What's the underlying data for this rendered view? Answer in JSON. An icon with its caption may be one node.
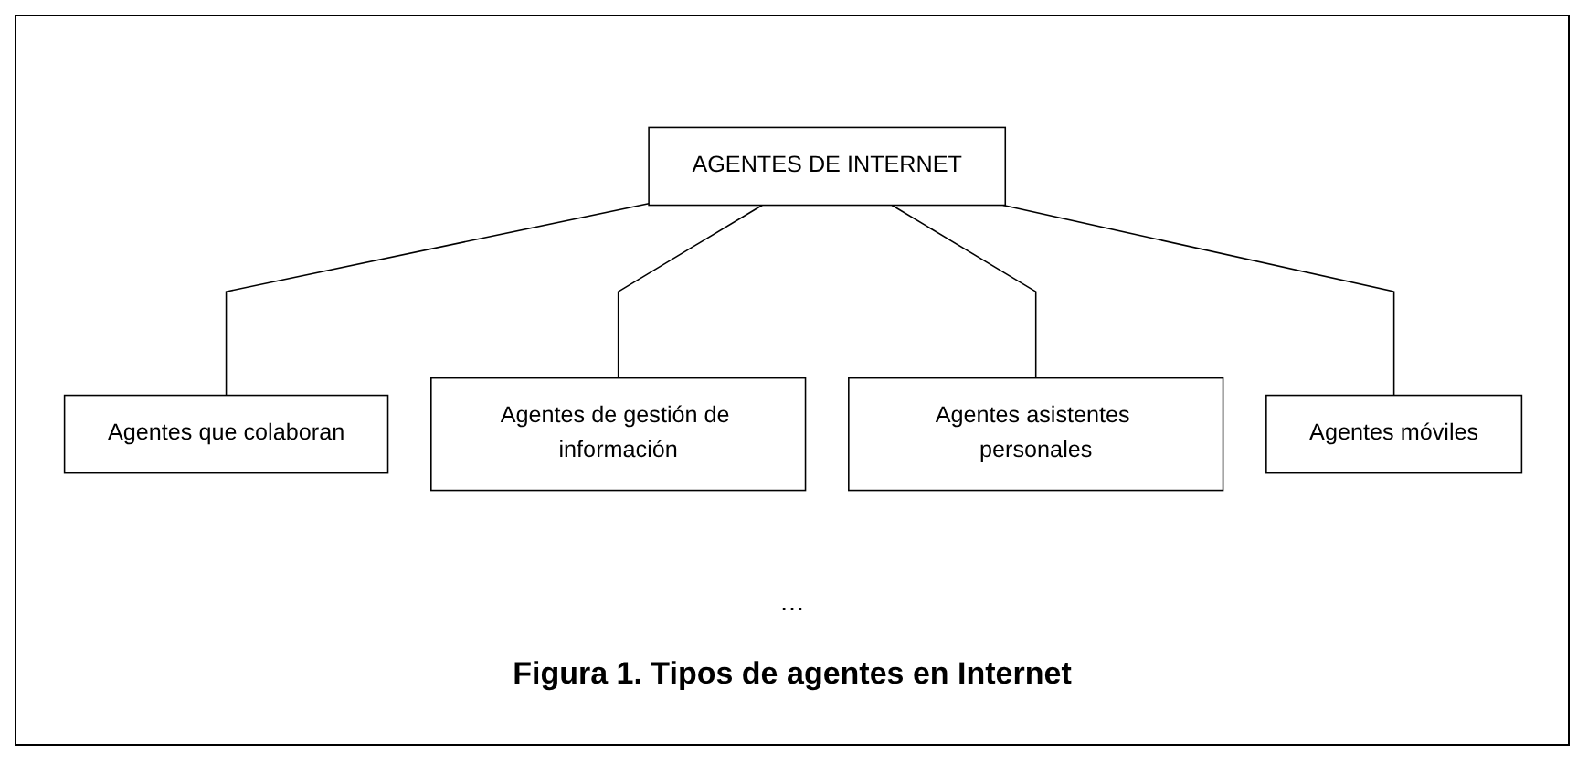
{
  "diagram": {
    "caption": "Figura 1. Tipos de agentes en Internet",
    "nodes": [
      {
        "text": [
          "AGENTES DE INTERNET"
        ]
      },
      {
        "text": [
          "Agentes que colaboran"
        ]
      },
      {
        "text": [
          "Agentes de gestión de información"
        ]
      },
      {
        "text": [
          "Agentes asistentes personales"
        ]
      },
      {
        "text": [
          "Agentes móviles"
        ]
      }
    ],
    "edges": [
      {
        "from": 0,
        "to": 1,
        "arrow": "none"
      },
      {
        "from": 0,
        "to": 2,
        "arrow": "none"
      },
      {
        "from": 0,
        "to": 3,
        "arrow": "none"
      },
      {
        "from": 0,
        "to": 4,
        "arrow": "none"
      }
    ],
    "labels": [
      "…"
    ]
  }
}
